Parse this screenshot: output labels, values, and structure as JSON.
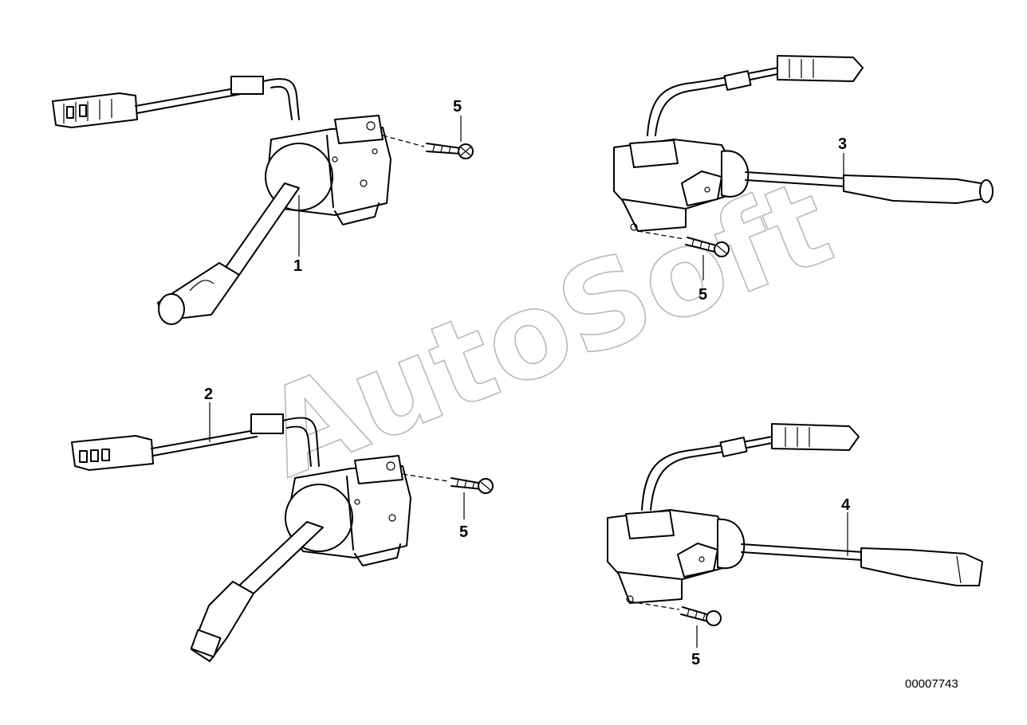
{
  "diagram": {
    "watermark": "AutoSoft",
    "reference_number": "00007743",
    "callouts": {
      "c1": "1",
      "c2": "2",
      "c3": "3",
      "c4": "4",
      "c5a": "5",
      "c5b": "5",
      "c5c": "5",
      "c5d": "5"
    }
  }
}
